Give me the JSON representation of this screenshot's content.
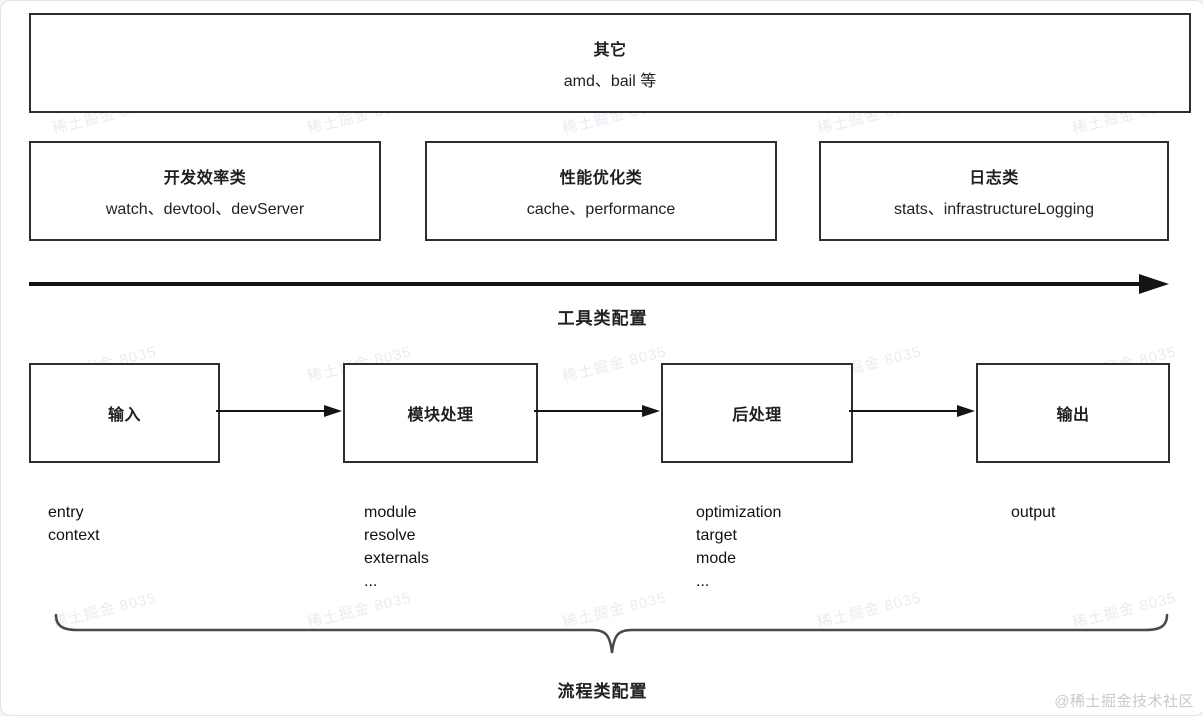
{
  "top_box": {
    "title": "其它",
    "subtitle": "amd、bail 等"
  },
  "category_boxes": [
    {
      "title": "开发效率类",
      "subtitle": "watch、devtool、devServer"
    },
    {
      "title": "性能优化类",
      "subtitle": "cache、performance"
    },
    {
      "title": "日志类",
      "subtitle": "stats、infrastructureLogging"
    }
  ],
  "tool_section": {
    "label": "工具类配置"
  },
  "flow_section": {
    "nodes": [
      {
        "label": "输入",
        "items": [
          "entry",
          "context"
        ]
      },
      {
        "label": "模块处理",
        "items": [
          "module",
          "resolve",
          "externals",
          "..."
        ]
      },
      {
        "label": "后处理",
        "items": [
          "optimization",
          "target",
          "mode",
          "..."
        ]
      },
      {
        "label": "输出",
        "items": [
          "output"
        ]
      }
    ],
    "brace_label": "流程类配置"
  },
  "watermarks": {
    "corner_text": "@稀土掘金技术社区",
    "tiled_text": "稀土掘金 8035"
  },
  "colors": {
    "box_border": "#2e2e2e",
    "arrow": "#141414",
    "brace": "#4a4a4a",
    "corner_watermark": "#c7cacd"
  }
}
